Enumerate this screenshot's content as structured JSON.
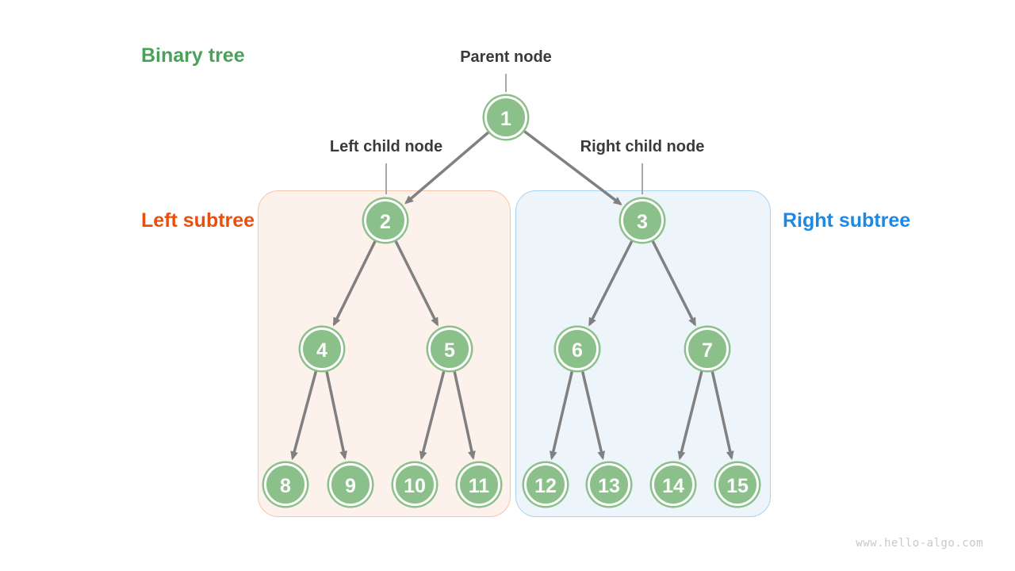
{
  "page": {
    "watermark": "www.hello-algo.com",
    "background": "#ffffff"
  },
  "labels": {
    "title": "Binary tree",
    "parent_node": "Parent node",
    "left_child": "Left child node",
    "right_child": "Right child node",
    "left_subtree": "Left subtree",
    "right_subtree": "Right subtree"
  },
  "colors": {
    "title_green": "#4BA05A",
    "left_subtree_orange": "#E8500F",
    "right_subtree_blue": "#1E88E5",
    "label_dark": "#3A3A3A",
    "node_fill": "#8BC08A",
    "node_ring": "#FFFFFF",
    "node_text": "#FDFDFD",
    "edge_gray": "#808080",
    "connector_gray": "#9E9E9E",
    "left_box_fill": "#FCF1EB",
    "left_box_border": "#F5C5AC",
    "right_box_fill": "#EDF5FB",
    "right_box_border": "#A9D3F0",
    "watermark_gray": "#C9C9C9"
  },
  "tree": {
    "nodes": [
      {
        "id": 1,
        "value": "1"
      },
      {
        "id": 2,
        "value": "2"
      },
      {
        "id": 3,
        "value": "3"
      },
      {
        "id": 4,
        "value": "4"
      },
      {
        "id": 5,
        "value": "5"
      },
      {
        "id": 6,
        "value": "6"
      },
      {
        "id": 7,
        "value": "7"
      },
      {
        "id": 8,
        "value": "8"
      },
      {
        "id": 9,
        "value": "9"
      },
      {
        "id": 10,
        "value": "10"
      },
      {
        "id": 11,
        "value": "11"
      },
      {
        "id": 12,
        "value": "12"
      },
      {
        "id": 13,
        "value": "13"
      },
      {
        "id": 14,
        "value": "14"
      },
      {
        "id": 15,
        "value": "15"
      }
    ],
    "edges": [
      [
        1,
        2
      ],
      [
        1,
        3
      ],
      [
        2,
        4
      ],
      [
        2,
        5
      ],
      [
        3,
        6
      ],
      [
        3,
        7
      ],
      [
        4,
        8
      ],
      [
        4,
        9
      ],
      [
        5,
        10
      ],
      [
        5,
        11
      ],
      [
        6,
        12
      ],
      [
        6,
        13
      ],
      [
        7,
        14
      ],
      [
        7,
        15
      ]
    ],
    "left_subtree_node_ids": [
      2,
      4,
      5,
      8,
      9,
      10,
      11
    ],
    "right_subtree_node_ids": [
      3,
      6,
      7,
      12,
      13,
      14,
      15
    ],
    "annotated_node_of_parent_label": 1,
    "annotated_node_of_left_child_label": 2,
    "annotated_node_of_right_child_label": 3
  }
}
